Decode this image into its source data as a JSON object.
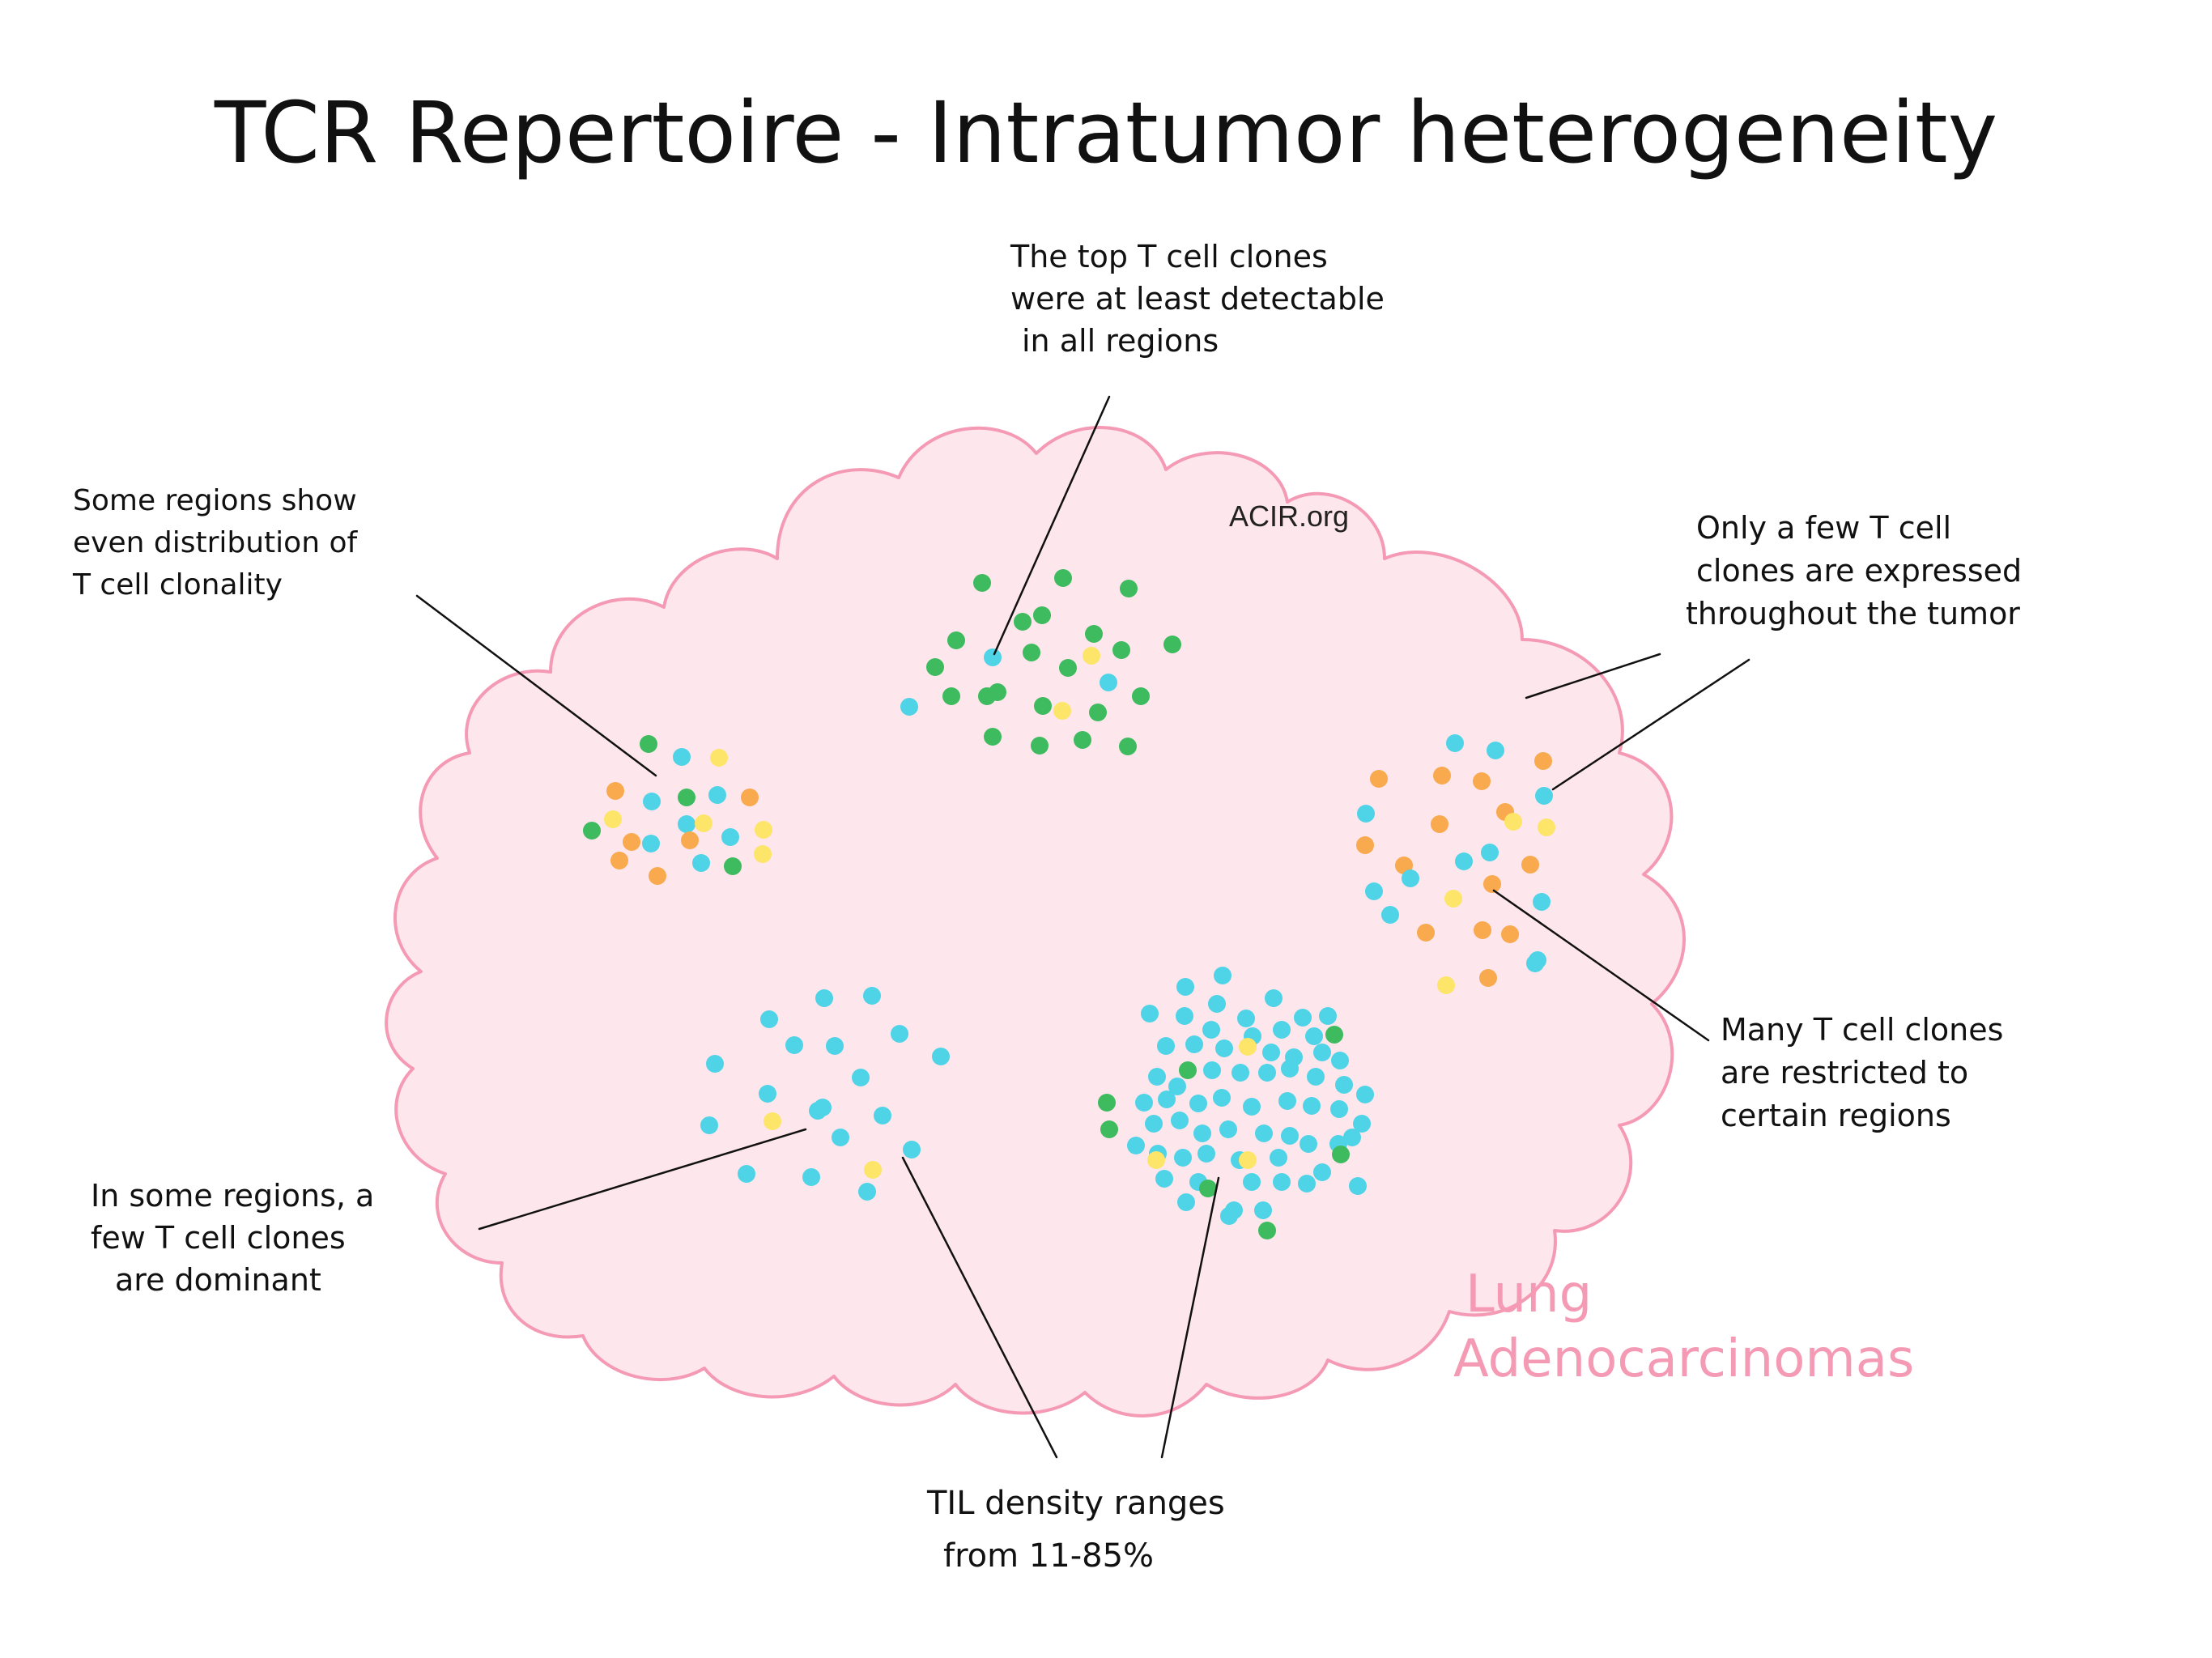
{
  "title": "TCR Repertoire - Intratumor heterogeneity",
  "watermark": "ACIR.org",
  "tumor_label": [
    "Lung",
    "Adenocarcinomas"
  ],
  "colors": {
    "tumor_fill": "#fde6ec",
    "tumor_outline": "#f59ab4",
    "label_pink": "#f59ab4",
    "green": "#3dbb5e",
    "cyan": "#4fd3e6",
    "yellow": "#fde56a",
    "orange": "#f9a94e"
  },
  "annotations": {
    "top": [
      "The top T cell clones",
      "were at least detectable",
      "in all regions"
    ],
    "left": [
      "Some regions show",
      "even distribution of",
      "T cell  clonality"
    ],
    "right_top": [
      "Only a few T cell",
      "clones are expressed",
      "throughout the tumor"
    ],
    "right_bottom": [
      "Many T cell clones",
      "are restricted to",
      "certain regions"
    ],
    "bottom_left": [
      "In some regions, a",
      "few T cell clones",
      "are dominant"
    ],
    "bottom": [
      "TIL density ranges",
      "from 11-85%"
    ]
  },
  "regions": [
    {
      "id": "left",
      "description": "mixed colors"
    },
    {
      "id": "top",
      "description": "mostly green"
    },
    {
      "id": "right",
      "description": "orange, cyan, yellow"
    },
    {
      "id": "bottom-left",
      "description": "mostly cyan, sparse"
    },
    {
      "id": "bottom-right",
      "description": "mostly cyan, dense"
    }
  ]
}
